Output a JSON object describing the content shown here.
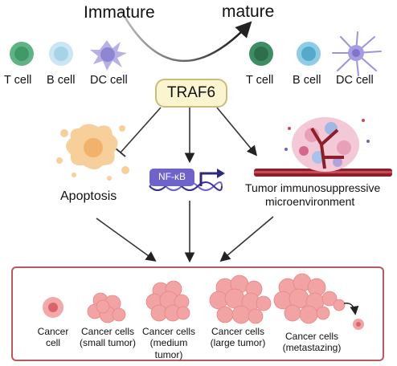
{
  "states": {
    "immature": "Immature",
    "mature": "mature"
  },
  "immature_cells": [
    {
      "label": "T cell",
      "icon": "t-cell-icon",
      "color": "#5fb384"
    },
    {
      "label": "B cell",
      "icon": "b-cell-icon",
      "color": "#a6d3e8"
    },
    {
      "label": "DC cell",
      "icon": "dc-cell-icon",
      "color": "#a29ad8"
    }
  ],
  "mature_cells": [
    {
      "label": "T cell",
      "icon": "t-cell-icon",
      "color": "#3f8d63"
    },
    {
      "label": "B cell",
      "icon": "b-cell-icon",
      "color": "#67b6d1"
    },
    {
      "label": "DC cell",
      "icon": "dc-cell-icon",
      "color": "#8b80d0"
    }
  ],
  "traf6": "TRAF6",
  "pathways": {
    "apoptosis": "Apoptosis",
    "nfkb": "NF-κB",
    "tumor_line1": "Tumor immunosuppressive",
    "tumor_line2": "microenvironment"
  },
  "cancer_stages": [
    {
      "label": "Cancer cell",
      "line1": "Cancer",
      "line2": "cell",
      "line3": ""
    },
    {
      "label": "Cancer cells (small tumor)",
      "line1": "Cancer cells",
      "line2": "(small tumor)",
      "line3": ""
    },
    {
      "label": "Cancer cells (medium tumor)",
      "line1": "Cancer cells",
      "line2": "(medium",
      "line3": "tumor)"
    },
    {
      "label": "Cancer cells (large tumor)",
      "line1": "Cancer cells",
      "line2": "(large tumor)",
      "line3": ""
    },
    {
      "label": "Cancer cells (metastazing)",
      "line1": "Cancer cells",
      "line2": "(metastazing)",
      "line3": ""
    }
  ],
  "colors": {
    "panel_border": "#b65a5a",
    "cancer": "#f09a9a",
    "apoptosis": "#f4c58a",
    "nfkb_box": "#6d63c9",
    "traf6_fill": "#fbf5cf"
  }
}
